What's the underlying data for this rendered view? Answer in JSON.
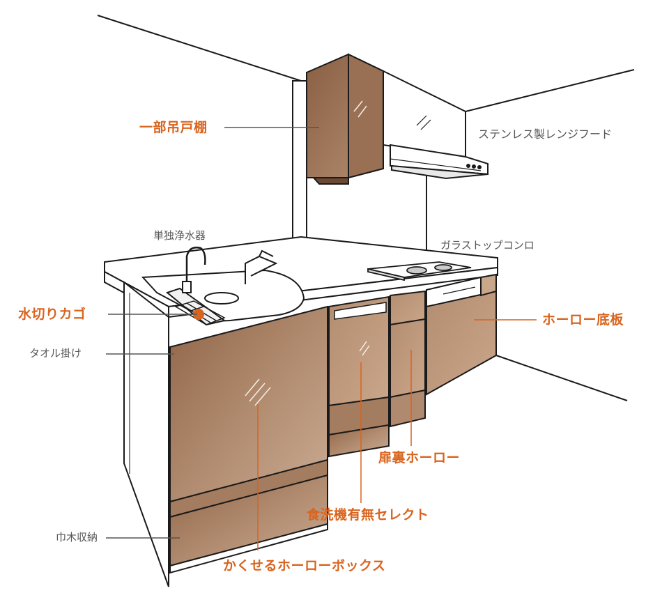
{
  "colors": {
    "accent": "#d9641e",
    "label_gray": "#555555",
    "cabinet_brown": "#9b7152",
    "cabinet_light": "#c59e80",
    "line": "#1a1a1a"
  },
  "labels": {
    "wall_cabinet": "一部吊戸棚",
    "range_hood": "ステンレス製レンジフード",
    "water_purifier": "単独浄水器",
    "glass_stove": "ガラストップコンロ",
    "drain_basket": "水切りカゴ",
    "enamel_bottom": "ホーロー底板",
    "towel_hanger": "タオル掛け",
    "door_back_enamel": "扉裏ホーロー",
    "dishwasher_select": "食洗機有無セレクト",
    "plinth_storage": "巾木収納",
    "enamel_box": "かくせるホーローボックス"
  }
}
